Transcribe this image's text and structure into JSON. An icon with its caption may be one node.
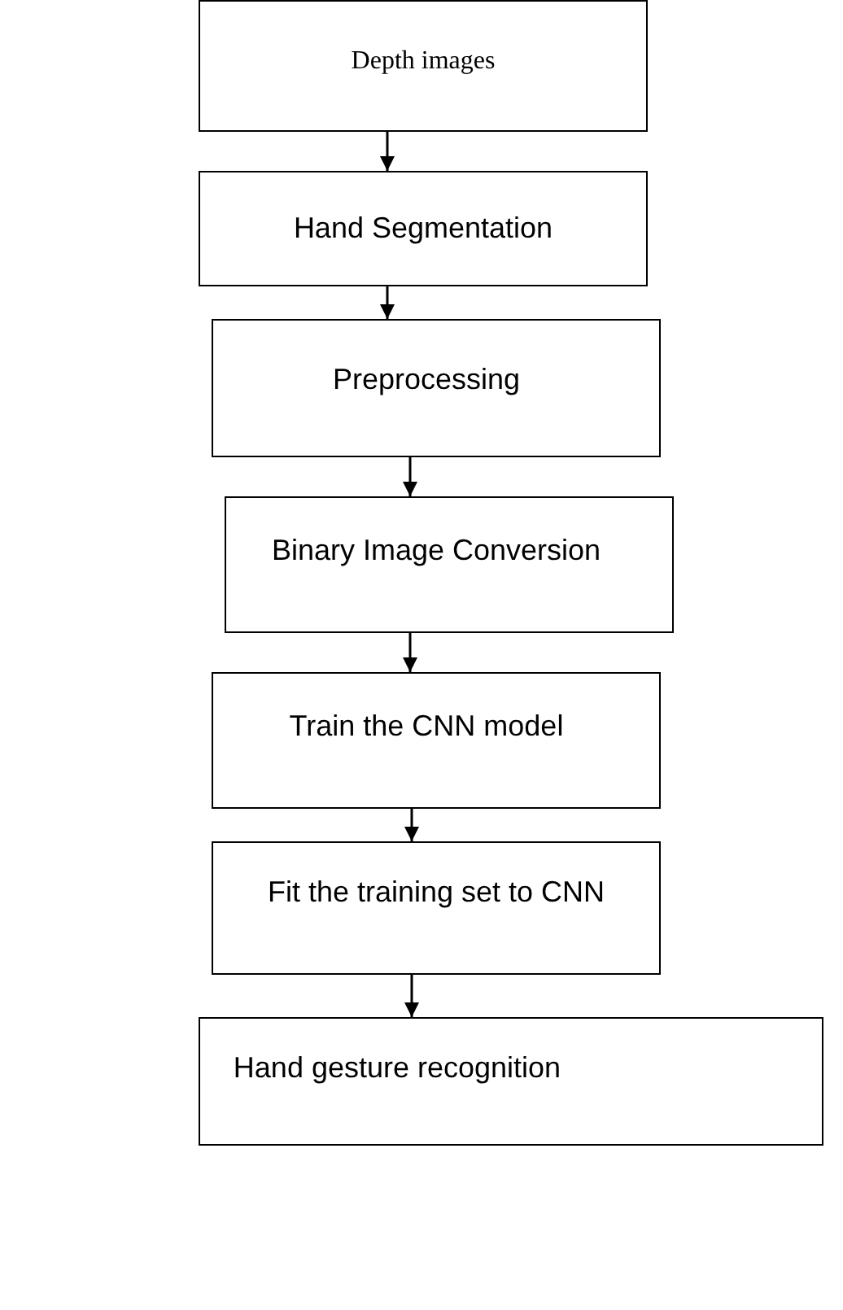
{
  "diagram": {
    "nodes": [
      {
        "text": [
          "Depth images"
        ]
      },
      {
        "text": [
          "Hand Segmentation"
        ]
      },
      {
        "text": [
          "Preprocessing"
        ]
      },
      {
        "text": [
          "Binary Image Conversion"
        ]
      },
      {
        "text": [
          "Train the CNN model"
        ]
      },
      {
        "text": [
          "Fit the training set to CNN"
        ]
      },
      {
        "text": [
          "Hand gesture recognition"
        ]
      }
    ],
    "edges": [
      {
        "from": 0,
        "to": 1,
        "arrow": "to"
      },
      {
        "from": 1,
        "to": 2,
        "arrow": "to"
      },
      {
        "from": 2,
        "to": 3,
        "arrow": "to"
      },
      {
        "from": 3,
        "to": 4,
        "arrow": "to"
      },
      {
        "from": 4,
        "to": 5,
        "arrow": "to"
      },
      {
        "from": 5,
        "to": 6,
        "arrow": "to"
      }
    ]
  }
}
